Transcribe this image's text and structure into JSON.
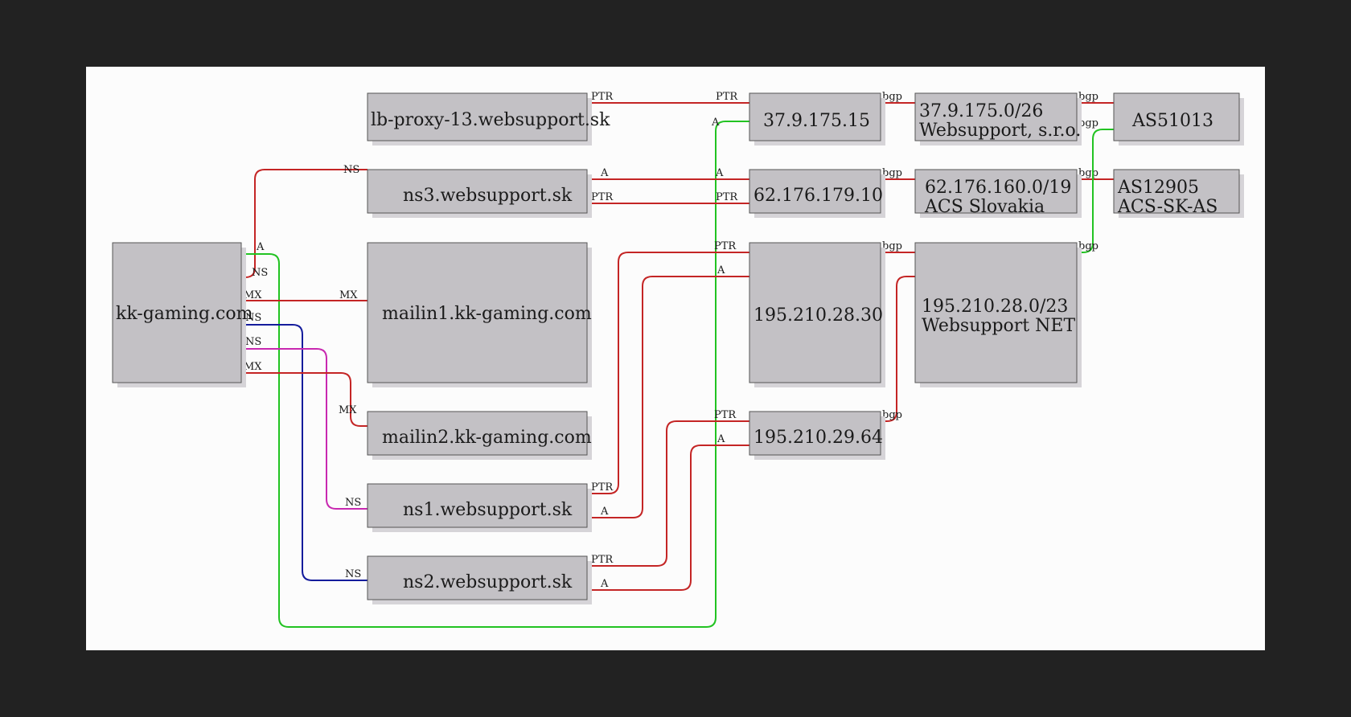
{
  "colors": {
    "backdrop": "#222222",
    "canvas": "#fcfcfc",
    "node_fill": "#c3c1c5",
    "red": "#c42525",
    "green": "#22c322",
    "blue": "#141c9c",
    "magenta": "#c828b0"
  },
  "nodes": [
    {
      "id": "kk",
      "lines": [
        "kk-gaming.com"
      ]
    },
    {
      "id": "lbproxy",
      "lines": [
        "lb-proxy-13.websupport.sk"
      ]
    },
    {
      "id": "ns3",
      "lines": [
        "ns3.websupport.sk"
      ]
    },
    {
      "id": "mailin1",
      "lines": [
        "mailin1.kk-gaming.com"
      ]
    },
    {
      "id": "mailin2",
      "lines": [
        "mailin2.kk-gaming.com"
      ]
    },
    {
      "id": "ns1",
      "lines": [
        "ns1.websupport.sk"
      ]
    },
    {
      "id": "ns2",
      "lines": [
        "ns2.websupport.sk"
      ]
    },
    {
      "id": "ip1",
      "lines": [
        "37.9.175.15"
      ]
    },
    {
      "id": "ip2",
      "lines": [
        "62.176.179.10"
      ]
    },
    {
      "id": "ip3",
      "lines": [
        "195.210.28.30"
      ]
    },
    {
      "id": "ip4",
      "lines": [
        "195.210.29.64"
      ]
    },
    {
      "id": "net1",
      "lines": [
        "37.9.175.0/26",
        "Websupport, s.r.o."
      ]
    },
    {
      "id": "net2",
      "lines": [
        "62.176.160.0/19",
        "ACS Slovakia"
      ]
    },
    {
      "id": "net3",
      "lines": [
        "195.210.28.0/23",
        "Websupport NET"
      ]
    },
    {
      "id": "as1",
      "lines": [
        "AS51013"
      ]
    },
    {
      "id": "as2",
      "lines": [
        "AS12905",
        "ACS-SK-AS"
      ]
    }
  ],
  "edges": [
    {
      "id": "kk-ns3",
      "color": "red",
      "labels": [
        "NS",
        "NS"
      ]
    },
    {
      "id": "kk-ip1",
      "color": "green",
      "labels": [
        "A",
        "A"
      ]
    },
    {
      "id": "kk-mailin1",
      "color": "red",
      "labels": [
        "MX",
        "MX"
      ]
    },
    {
      "id": "kk-ns2",
      "color": "blue",
      "labels": [
        "NS",
        "NS"
      ]
    },
    {
      "id": "kk-ns1",
      "color": "magenta",
      "labels": [
        "NS",
        "NS"
      ]
    },
    {
      "id": "kk-mailin2",
      "color": "red",
      "labels": [
        "MX",
        "MX"
      ]
    },
    {
      "id": "lbproxy-ip1",
      "color": "red",
      "labels": [
        "PTR",
        "PTR"
      ]
    },
    {
      "id": "ns3-ip2-a",
      "color": "red",
      "labels": [
        "A",
        "A"
      ]
    },
    {
      "id": "ns3-ip2-ptr",
      "color": "red",
      "labels": [
        "PTR",
        "PTR"
      ]
    },
    {
      "id": "ns1-ip3-ptr",
      "color": "red",
      "labels": [
        "PTR",
        "PTR"
      ]
    },
    {
      "id": "ns1-ip3-a",
      "color": "red",
      "labels": [
        "A",
        "A"
      ]
    },
    {
      "id": "ns2-ip4-ptr",
      "color": "red",
      "labels": [
        "PTR",
        "PTR"
      ]
    },
    {
      "id": "ns2-ip4-a",
      "color": "red",
      "labels": [
        "A",
        "A"
      ]
    },
    {
      "id": "ip1-net1",
      "color": "red",
      "labels": [
        "bgp"
      ]
    },
    {
      "id": "ip2-net2",
      "color": "red",
      "labels": [
        "bgp"
      ]
    },
    {
      "id": "ip3-net3",
      "color": "red",
      "labels": [
        "bgp"
      ]
    },
    {
      "id": "ip4-net3",
      "color": "red",
      "labels": [
        "bgp"
      ]
    },
    {
      "id": "net1-as1",
      "color": "red",
      "labels": [
        "bgp"
      ]
    },
    {
      "id": "net2-as2",
      "color": "red",
      "labels": [
        "bgp"
      ]
    },
    {
      "id": "net3-as1",
      "color": "green",
      "labels": [
        "bgp"
      ]
    },
    {
      "id": "net1-as1-b",
      "color": "green",
      "labels": [
        "bgp"
      ]
    }
  ]
}
